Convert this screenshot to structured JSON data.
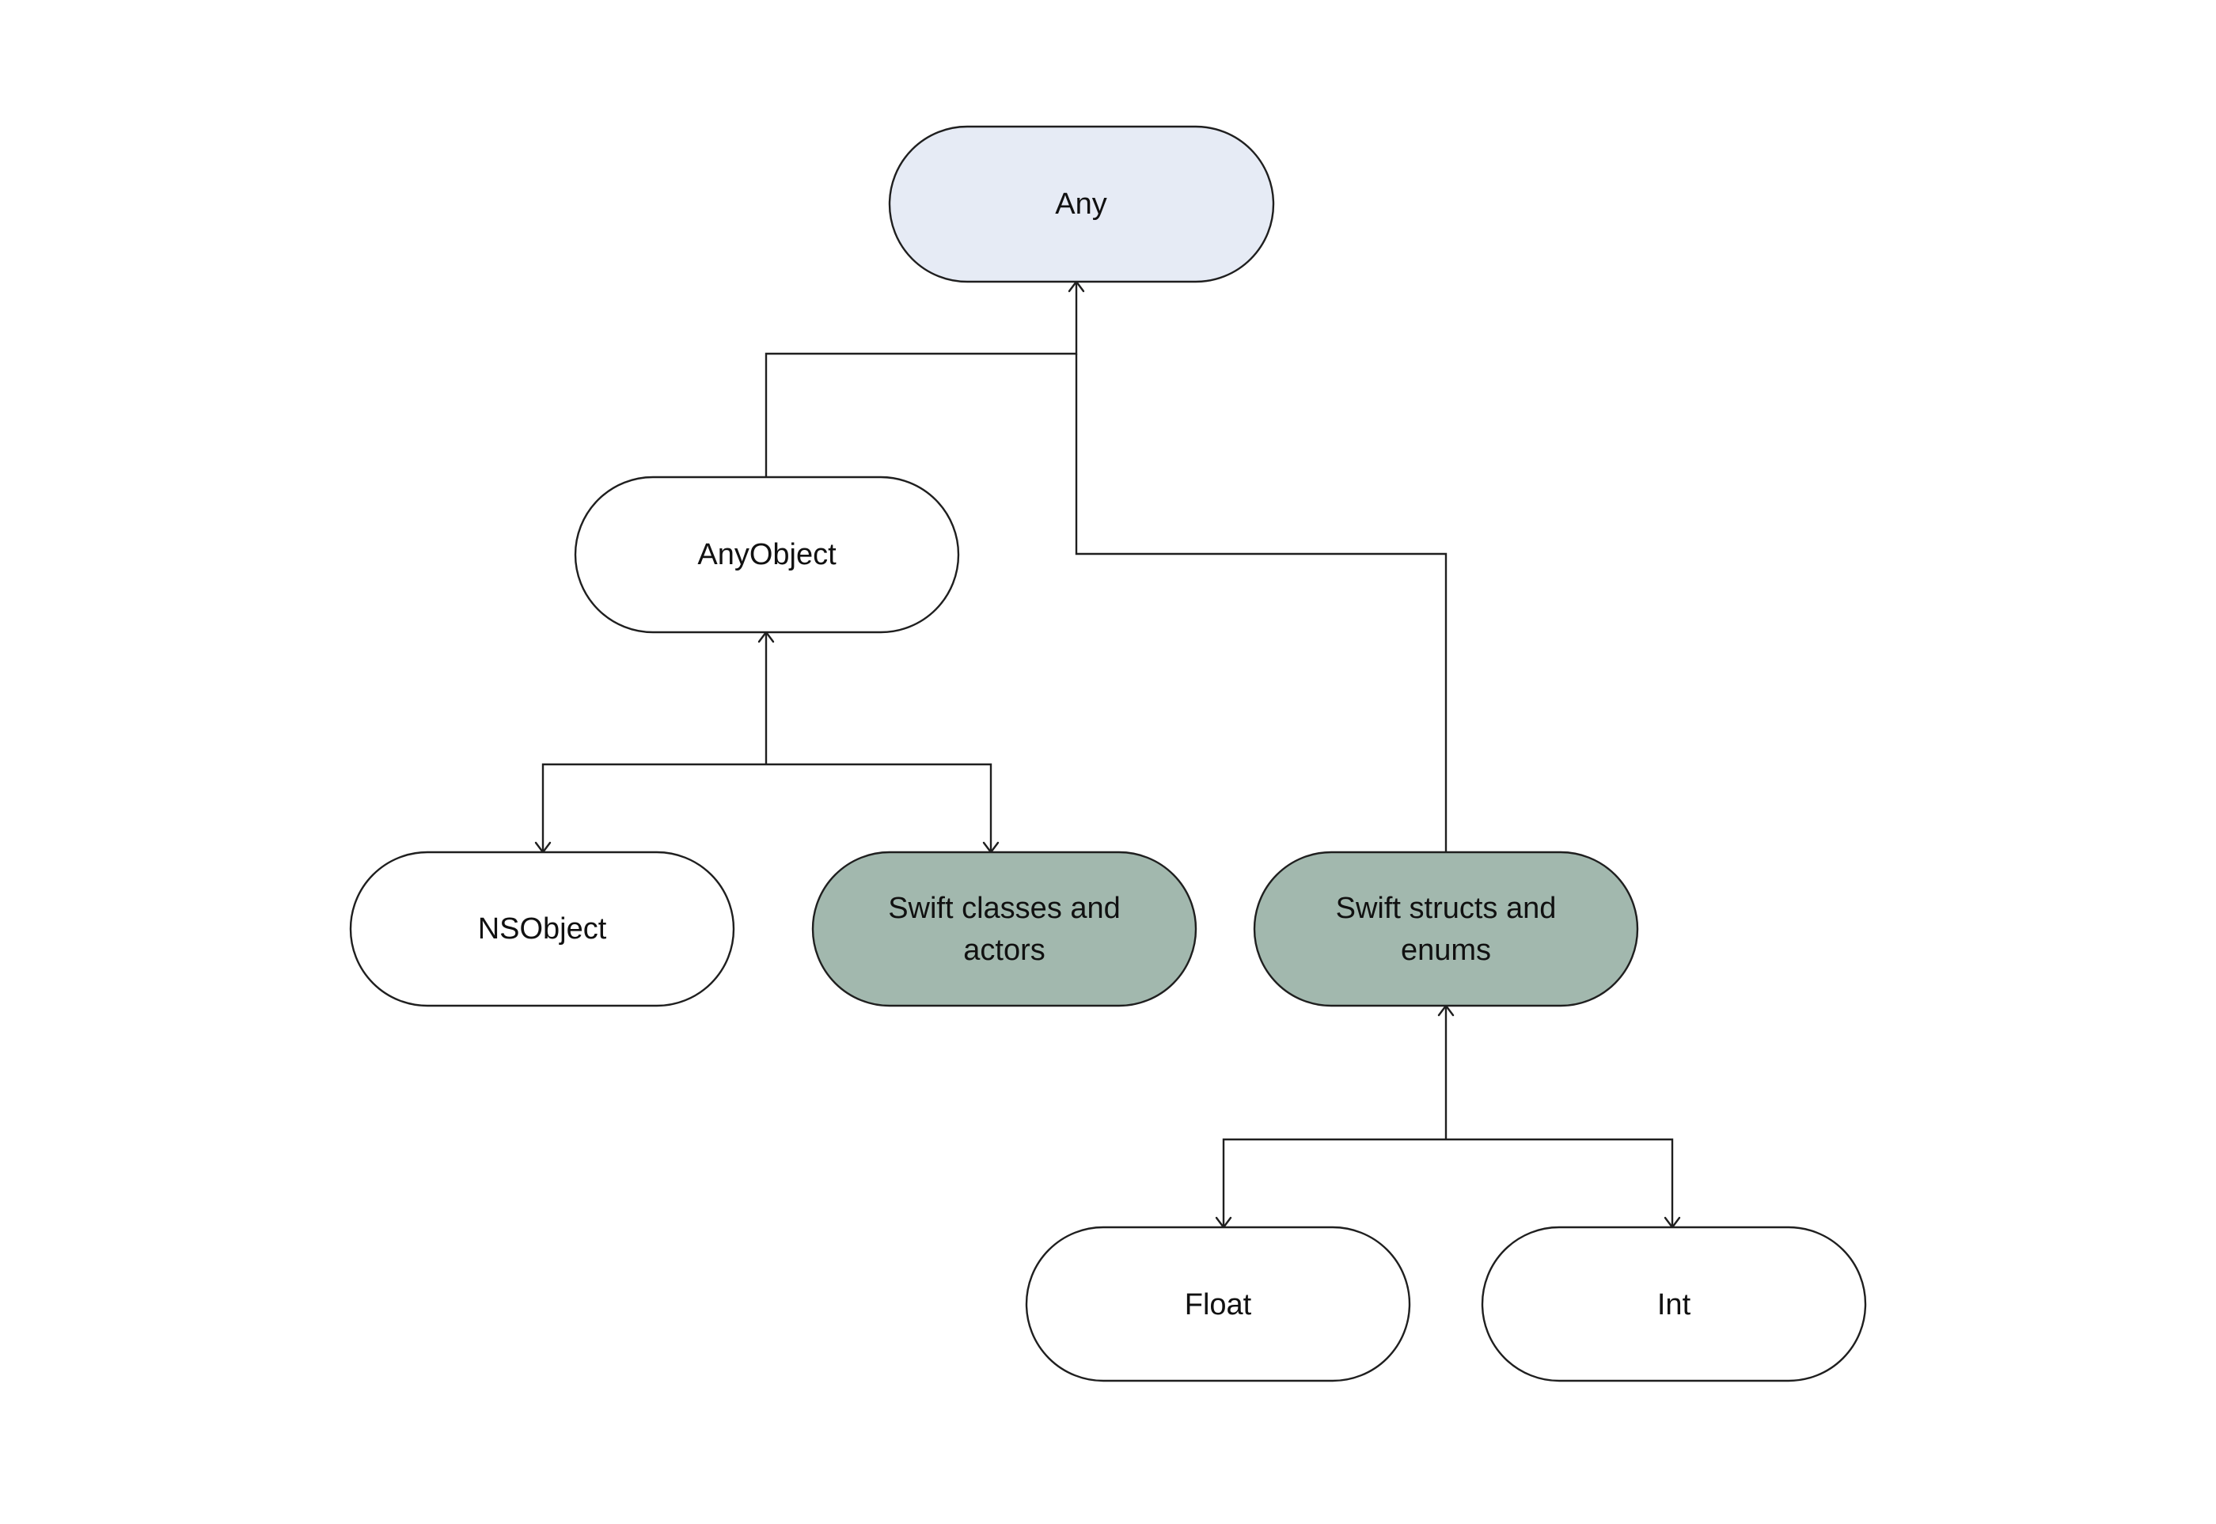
{
  "colors": {
    "background": "#ffffff",
    "outline": "#1f1f1f",
    "root_fill": "#e6ebf5",
    "default_fill": "#ffffff",
    "swift_fill": "#a2b8ae"
  },
  "nodes": {
    "any": {
      "label": "Any",
      "fill": "#e6ebf5"
    },
    "anyobject": {
      "label": "AnyObject",
      "fill": "#ffffff"
    },
    "nsobject": {
      "label": "NSObject",
      "fill": "#ffffff"
    },
    "swift_classes": {
      "label_line1": "Swift classes and",
      "label_line2": "actors",
      "fill": "#a2b8ae"
    },
    "swift_structs": {
      "label_line1": "Swift structs and",
      "label_line2": "enums",
      "fill": "#a2b8ae"
    },
    "float": {
      "label": "Float",
      "fill": "#ffffff"
    },
    "int": {
      "label": "Int",
      "fill": "#ffffff"
    }
  },
  "edges": [
    {
      "from": "anyobject",
      "to": "any"
    },
    {
      "from": "swift_structs",
      "to": "any"
    },
    {
      "from": "anyobject",
      "to": "nsobject"
    },
    {
      "from": "anyobject",
      "to": "swift_classes"
    },
    {
      "from": "swift_structs",
      "to": "float"
    },
    {
      "from": "swift_structs",
      "to": "int"
    }
  ]
}
